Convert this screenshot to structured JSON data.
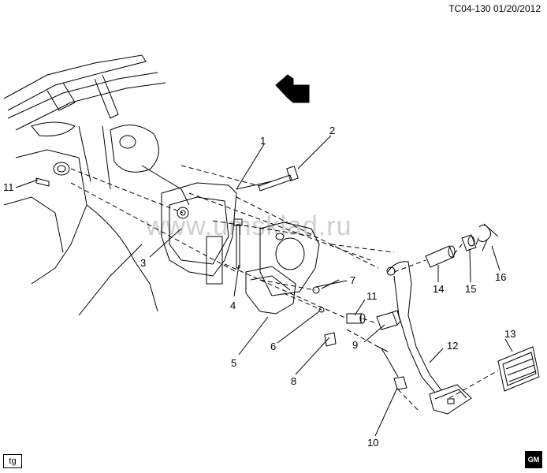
{
  "header": {
    "ref_code": "TC04-130",
    "date": "01/20/2012"
  },
  "footer": {
    "tag": "tg",
    "logo": "GM"
  },
  "watermark": "www.umsklad.ru",
  "callouts": [
    "1",
    "2",
    "3",
    "4",
    "5",
    "6",
    "7",
    "8",
    "9",
    "10",
    "11",
    "11",
    "12",
    "13",
    "14",
    "15",
    "16"
  ]
}
